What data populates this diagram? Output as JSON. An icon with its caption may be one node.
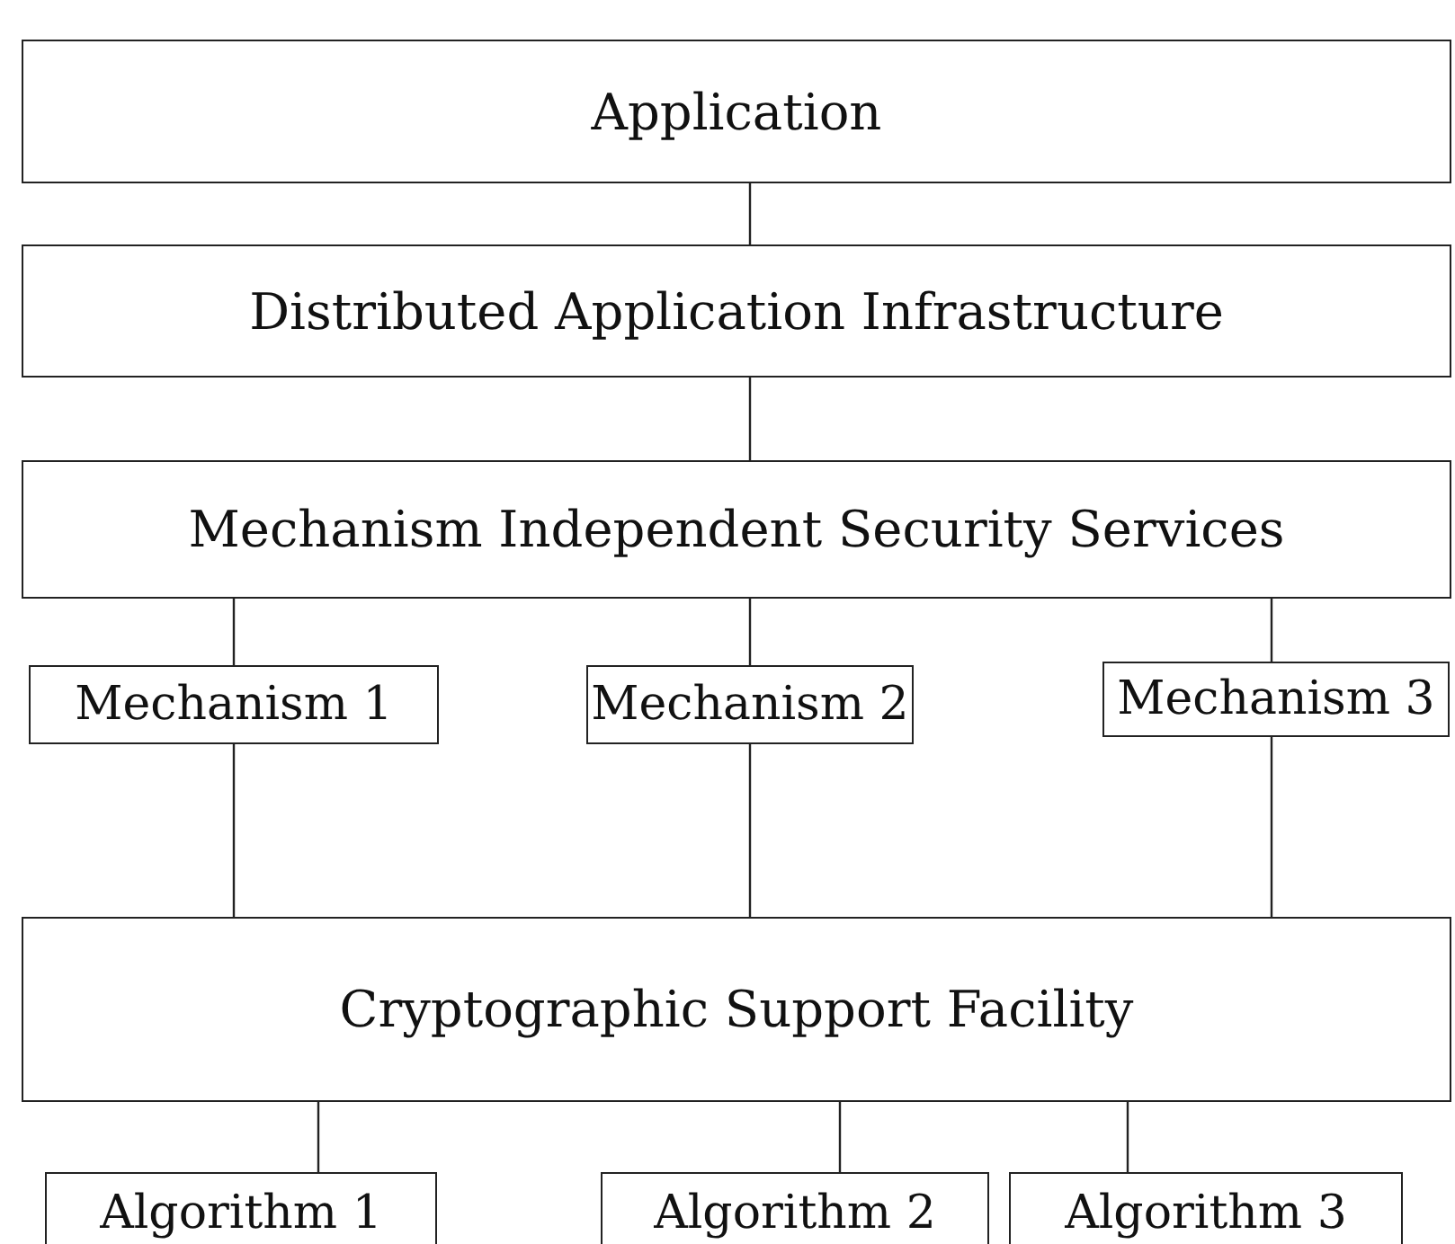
{
  "diagram": {
    "nodes": [
      {
        "text": [
          "Application"
        ]
      },
      {
        "text": [
          "Distributed Application Infrastructure"
        ]
      },
      {
        "text": [
          "Mechanism Independent Security Services"
        ]
      },
      {
        "text": [
          "Mechanism 1"
        ]
      },
      {
        "text": [
          "Mechanism 2"
        ]
      },
      {
        "text": [
          "Mechanism 3"
        ]
      },
      {
        "text": [
          "Cryptographic Support Facility"
        ]
      },
      {
        "text": [
          "Algorithm 1"
        ]
      },
      {
        "text": [
          "Algorithm 2"
        ]
      },
      {
        "text": [
          "Algorithm 3"
        ]
      }
    ],
    "edges": [
      {
        "from": 0,
        "to": 1,
        "arrow": "none"
      },
      {
        "from": 1,
        "to": 2,
        "arrow": "none"
      },
      {
        "from": 2,
        "to": 3,
        "arrow": "none"
      },
      {
        "from": 2,
        "to": 4,
        "arrow": "none"
      },
      {
        "from": 2,
        "to": 5,
        "arrow": "none"
      },
      {
        "from": 3,
        "to": 6,
        "arrow": "none"
      },
      {
        "from": 4,
        "to": 6,
        "arrow": "none"
      },
      {
        "from": 5,
        "to": 6,
        "arrow": "none"
      },
      {
        "from": 6,
        "to": 7,
        "arrow": "none"
      },
      {
        "from": 6,
        "to": 8,
        "arrow": "none"
      },
      {
        "from": 6,
        "to": 9,
        "arrow": "none"
      }
    ]
  }
}
